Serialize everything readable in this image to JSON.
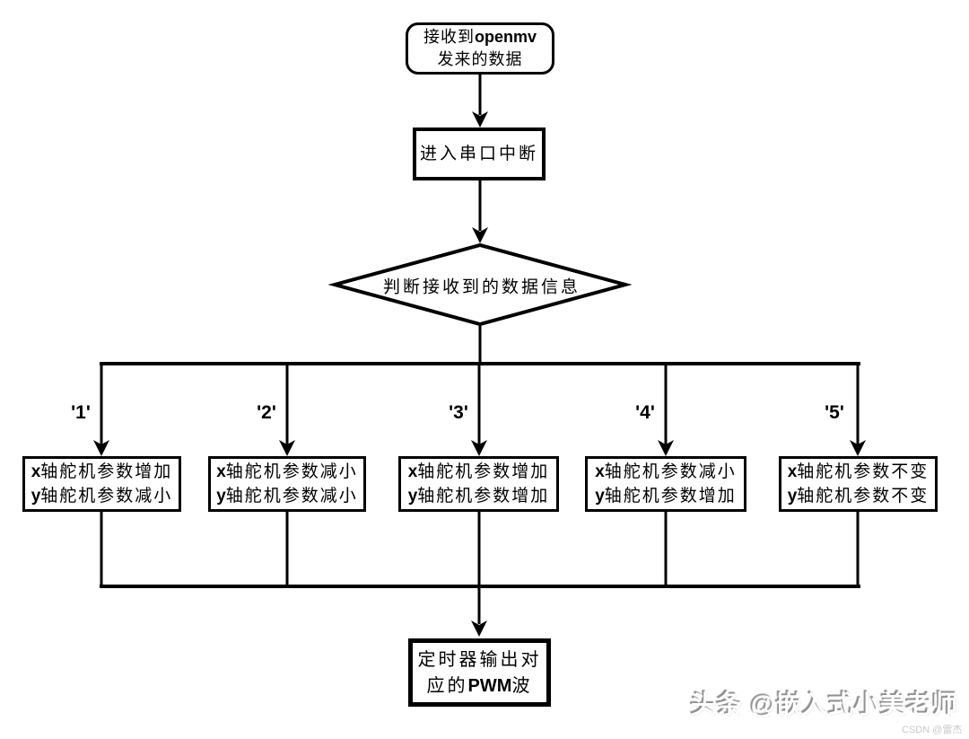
{
  "diagram": {
    "type": "flowchart",
    "colors": {
      "background": "#ffffff",
      "line": "#000000",
      "node_fill": "#ffffff",
      "watermark_gray": "#8d8d8d",
      "watermark_light_gray": "#c9c9c9"
    },
    "start": {
      "shape": "rounded-rectangle",
      "line1_normal": "接收到",
      "line1_bold": "openmv",
      "line2": "发来的数据"
    },
    "interrupt_step": {
      "shape": "rectangle",
      "label": "进入串口中断"
    },
    "decision": {
      "shape": "diamond",
      "label": "判断接收到的数据信息"
    },
    "branches": [
      {
        "case_label": "'1'",
        "x_axis_bold": "x",
        "x_line": "轴舵机参数增加",
        "y_axis_bold": "y",
        "y_line": "轴舵机参数减小"
      },
      {
        "case_label": "'2'",
        "x_axis_bold": "x",
        "x_line": "轴舵机参数减小",
        "y_axis_bold": "y",
        "y_line": "轴舵机参数减小"
      },
      {
        "case_label": "'3'",
        "x_axis_bold": "x",
        "x_line": "轴舵机参数增加",
        "y_axis_bold": "y",
        "y_line": "轴舵机参数增加"
      },
      {
        "case_label": "'4'",
        "x_axis_bold": "x",
        "x_line": "轴舵机参数减小",
        "y_axis_bold": "y",
        "y_line": "轴舵机参数增加"
      },
      {
        "case_label": "'5'",
        "x_axis_bold": "x",
        "x_line": "轴舵机参数不变",
        "y_axis_bold": "y",
        "y_line": "轴舵机参数不变"
      }
    ],
    "end": {
      "shape": "rectangle",
      "line1": "定时器输出对",
      "line2_pre": "应的",
      "line2_bold": "PWM",
      "line2_post": "波"
    }
  },
  "watermark": {
    "main": "头条 @嵌入式小美老师",
    "sub": "CSDN @雷杰"
  }
}
